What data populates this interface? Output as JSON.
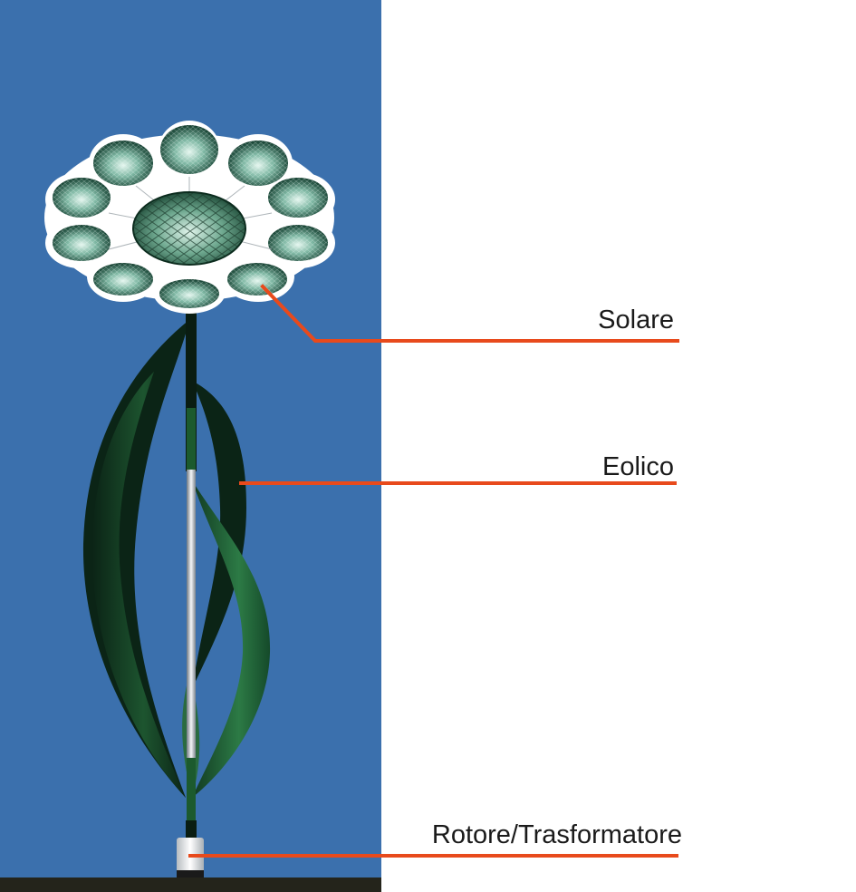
{
  "labels": {
    "solar": "Solare",
    "wind": "Eolico",
    "rotor": "Rotore/Trasformatore"
  },
  "colors": {
    "sky": "#3b70ad",
    "ground": "#24241b",
    "leader": "#e84a1c",
    "panel_dark": "#0f3a2b",
    "panel_light": "#d8f0e8",
    "blade_dark": "#0b2416",
    "blade_green": "#1f5a32"
  }
}
